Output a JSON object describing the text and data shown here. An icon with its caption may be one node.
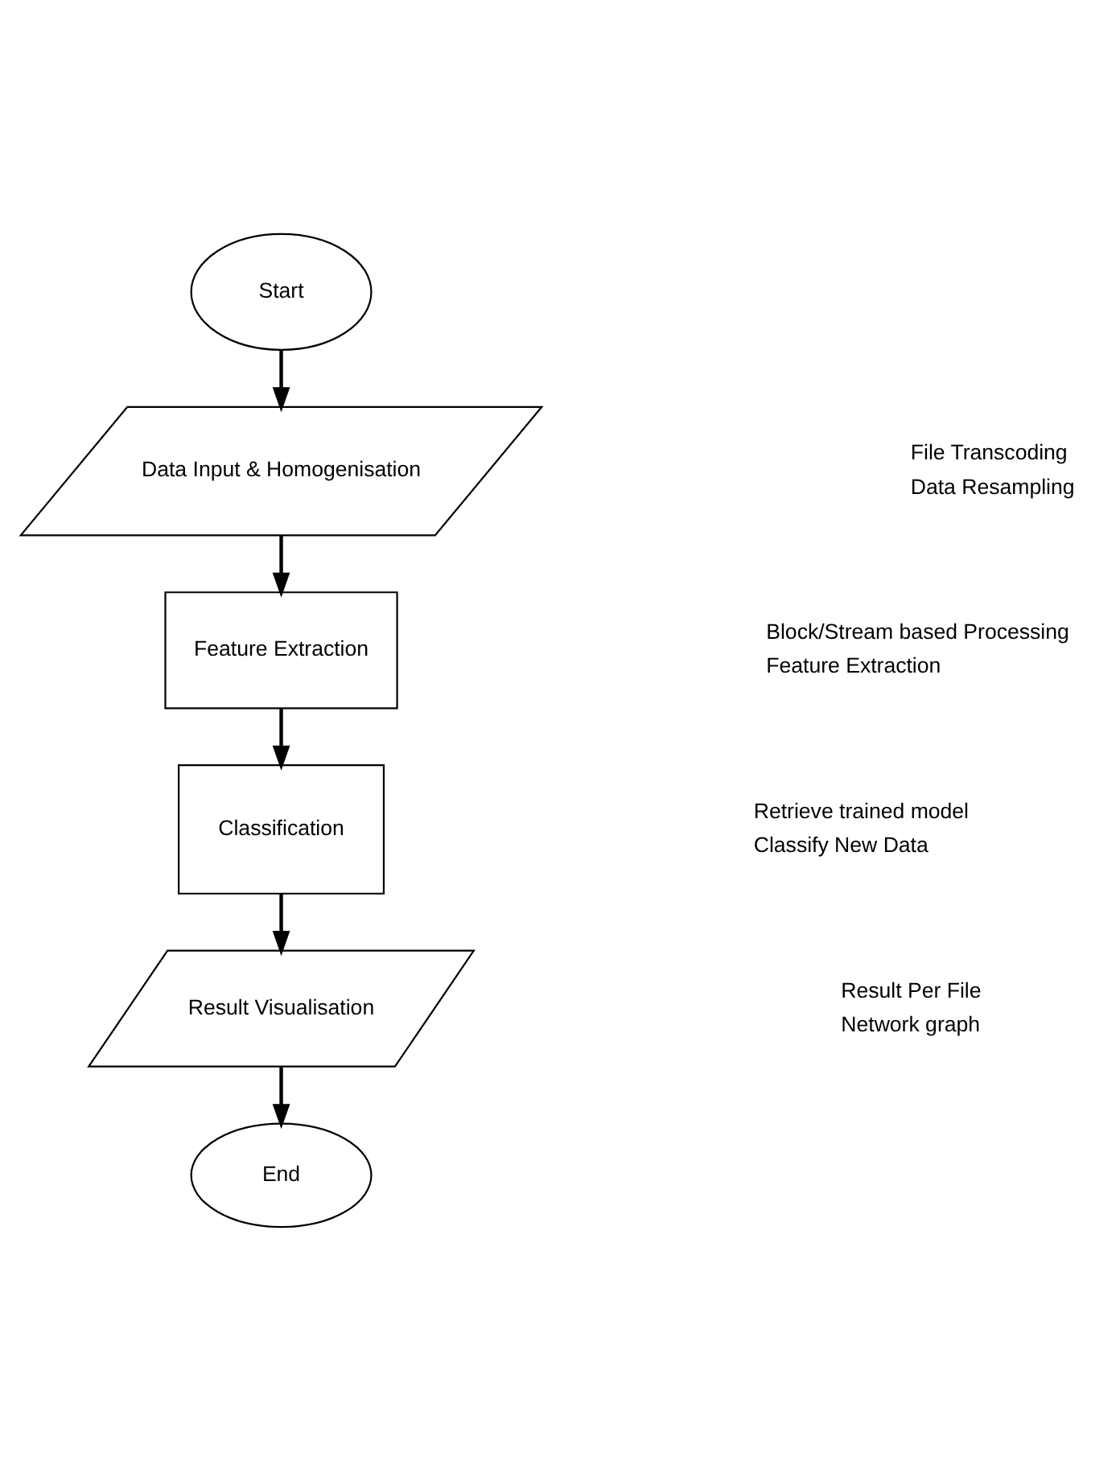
{
  "diagram": {
    "nodes": [
      {
        "text": [
          "Start"
        ]
      },
      {
        "text": [
          "Data Input & Homogenisation"
        ]
      },
      {
        "text": [
          "Feature Extraction"
        ]
      },
      {
        "text": [
          "Classification"
        ]
      },
      {
        "text": [
          "Result Visualisation"
        ]
      },
      {
        "text": [
          "End"
        ]
      }
    ],
    "edges": [
      {
        "from": 0,
        "to": 1,
        "arrow": "to"
      },
      {
        "from": 1,
        "to": 2,
        "arrow": "to"
      },
      {
        "from": 2,
        "to": 3,
        "arrow": "to"
      },
      {
        "from": 3,
        "to": 4,
        "arrow": "to"
      },
      {
        "from": 4,
        "to": 5,
        "arrow": "to"
      }
    ],
    "labels": [
      "File Transcoding",
      "Data Resampling",
      "Block/Stream based Processing",
      "Feature Extraction",
      "Retrieve trained model",
      "Classify New Data",
      "Result Per File",
      "Network graph"
    ]
  }
}
